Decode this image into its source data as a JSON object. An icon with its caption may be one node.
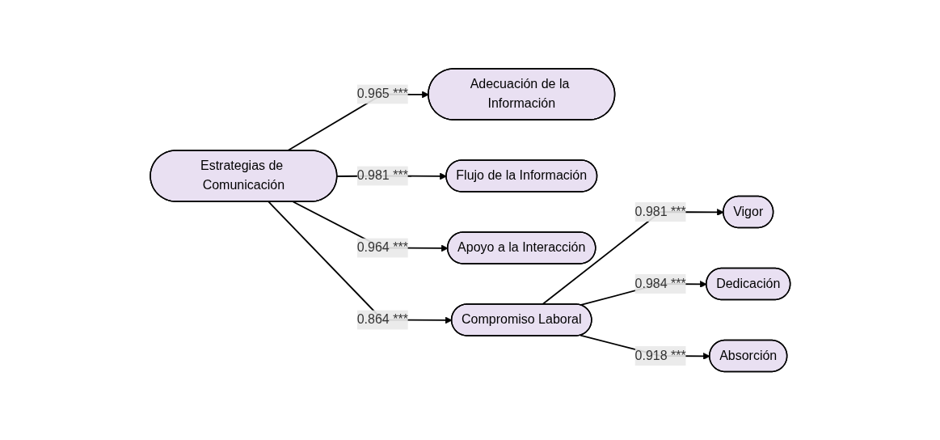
{
  "diagram": {
    "nodes": [
      {
        "text": [
          "Adecuación de la Información"
        ]
      },
      {
        "text": [
          "Flujo de la Información"
        ]
      },
      {
        "text": [
          "Apoyo a la Interacción"
        ]
      },
      {
        "text": [
          "Estrategias de Comunicación"
        ]
      },
      {
        "text": [
          "Compromiso Laboral"
        ]
      },
      {
        "text": [
          "Vigor"
        ]
      },
      {
        "text": [
          "Dedicación"
        ]
      },
      {
        "text": [
          "Absorción"
        ]
      }
    ],
    "edges": [
      {
        "from": 3,
        "to": 0,
        "arrow": "to",
        "label": "0.965 ***"
      },
      {
        "from": 3,
        "to": 1,
        "arrow": "to",
        "label": "0.981 ***"
      },
      {
        "from": 3,
        "to": 2,
        "arrow": "to",
        "label": "0.964 ***"
      },
      {
        "from": 3,
        "to": 4,
        "arrow": "to",
        "label": "0.864 ***"
      },
      {
        "from": 4,
        "to": 5,
        "arrow": "to",
        "label": "0.981 ***"
      },
      {
        "from": 4,
        "to": 6,
        "arrow": "to",
        "label": "0.984 ***"
      },
      {
        "from": 4,
        "to": 7,
        "arrow": "to",
        "label": "0.918 ***"
      }
    ]
  }
}
